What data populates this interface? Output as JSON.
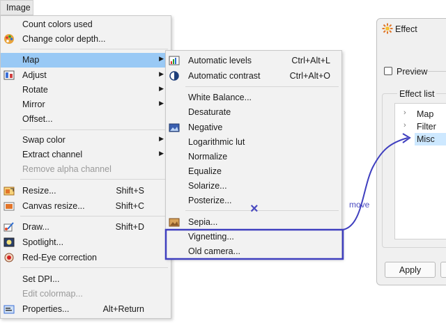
{
  "menubar": {
    "image_label": "Image"
  },
  "image_menu": {
    "items": [
      {
        "label": "Count colors used",
        "icon": "none"
      },
      {
        "label": "Change color depth...",
        "icon": "palette-icon"
      },
      {
        "label": "Map",
        "icon": "none",
        "submenu": true
      },
      {
        "label": "Adjust",
        "icon": "adjust-icon",
        "submenu": true
      },
      {
        "label": "Rotate",
        "icon": "none",
        "submenu": true
      },
      {
        "label": "Mirror",
        "icon": "none",
        "submenu": true
      },
      {
        "label": "Offset...",
        "icon": "none"
      },
      {
        "label": "Swap color",
        "icon": "none",
        "submenu": true
      },
      {
        "label": "Extract channel",
        "icon": "none",
        "submenu": true
      },
      {
        "label": "Remove alpha channel",
        "icon": "none",
        "disabled": true
      },
      {
        "label": "Resize...",
        "icon": "resize-icon",
        "shortcut": "Shift+S"
      },
      {
        "label": "Canvas resize...",
        "icon": "canvas-resize-icon",
        "shortcut": "Shift+C"
      },
      {
        "label": "Draw...",
        "icon": "draw-icon",
        "shortcut": "Shift+D"
      },
      {
        "label": "Spotlight...",
        "icon": "spotlight-icon"
      },
      {
        "label": "Red-Eye correction",
        "icon": "red-eye-icon"
      },
      {
        "label": "Set DPI...",
        "icon": "none"
      },
      {
        "label": "Edit colormap...",
        "icon": "none",
        "disabled": true
      },
      {
        "label": "Properties...",
        "icon": "properties-icon",
        "shortcut": "Alt+Return"
      }
    ]
  },
  "map_submenu": {
    "items": [
      {
        "label": "Automatic levels",
        "shortcut": "Ctrl+Alt+L",
        "icon": "levels-icon"
      },
      {
        "label": "Automatic contrast",
        "shortcut": "Ctrl+Alt+O",
        "icon": "contrast-icon"
      },
      {
        "label": "White Balance..."
      },
      {
        "label": "Desaturate"
      },
      {
        "label": "Negative",
        "icon": "negative-icon"
      },
      {
        "label": "Logarithmic lut"
      },
      {
        "label": "Normalize"
      },
      {
        "label": "Equalize"
      },
      {
        "label": "Solarize..."
      },
      {
        "label": "Posterize..."
      },
      {
        "label": "Sepia...",
        "icon": "sepia-icon"
      },
      {
        "label": "Vignetting..."
      },
      {
        "label": "Old camera..."
      }
    ]
  },
  "effect_dialog": {
    "title": "Effect",
    "preview_label": "Preview",
    "preview_checked": false,
    "group_label": "Effect list",
    "tree": [
      {
        "label": "Map",
        "expandable": true
      },
      {
        "label": "Filter",
        "expandable": true
      },
      {
        "label": "Misc",
        "selected": true
      }
    ],
    "apply_label": "Apply"
  },
  "annotations": {
    "move_label": "move",
    "remove_mark": "×",
    "color": "#3f3fbf"
  }
}
